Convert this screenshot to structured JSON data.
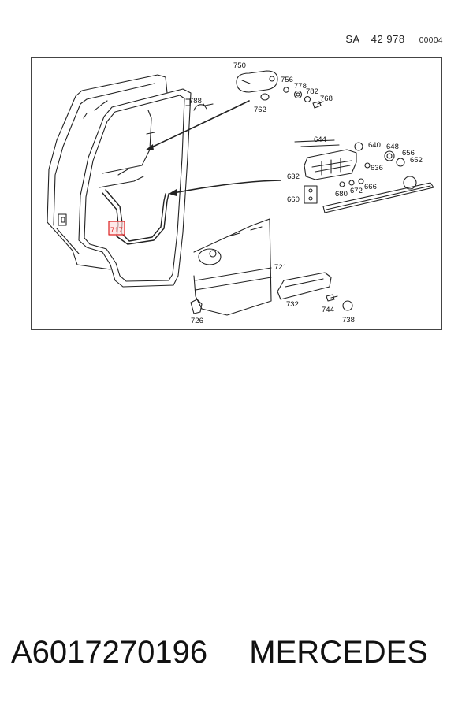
{
  "header": {
    "prefix": "SA",
    "number": "42 978",
    "sheet": "00004"
  },
  "callouts": {
    "c750": "750",
    "c756": "756",
    "c778": "778",
    "c782": "782",
    "c768": "768",
    "c762": "762",
    "c788": "788",
    "c644": "644",
    "c640": "640",
    "c648": "648",
    "c656": "656",
    "c652": "652",
    "c632": "632",
    "c636": "636",
    "c680": "680",
    "c672": "672",
    "c666": "666",
    "c660": "660",
    "c717": "717",
    "c721": "721",
    "c732": "732",
    "c744": "744",
    "c738": "738",
    "c726": "726"
  },
  "highlight_color": "#dd2222",
  "footer": {
    "part_number": "A6017270196",
    "brand": "MERCEDES"
  }
}
